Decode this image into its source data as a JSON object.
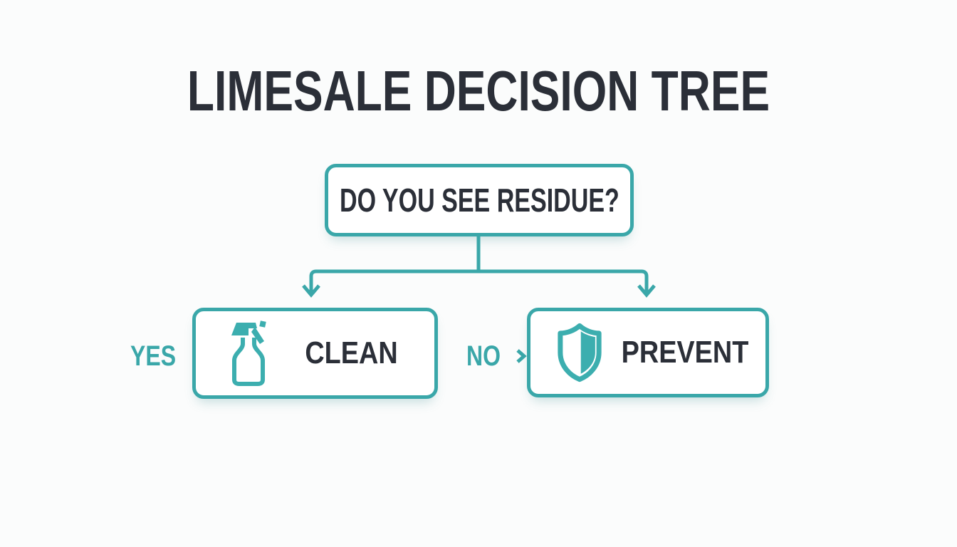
{
  "colors": {
    "accent_teal": "#3AA7A9",
    "icon_teal": "#3CAEAF",
    "text_dark": "#2B2F38",
    "background": "#FBFCFC",
    "box_background": "#FFFFFF"
  },
  "title": "LIMESALE DECISION TREE",
  "flowchart": {
    "question": "DO YOU SEE RESIDUE?",
    "branches": [
      {
        "label": "YES",
        "node": "CLEAN",
        "icon": "spray-bottle-icon"
      },
      {
        "label": "NO",
        "node": "PREVENT",
        "icon": "shield-icon"
      }
    ]
  }
}
